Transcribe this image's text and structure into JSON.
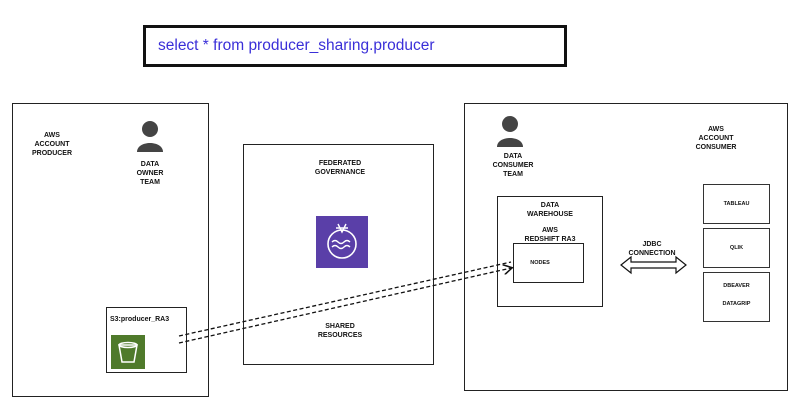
{
  "query": {
    "text": "select * from producer_sharing.producer"
  },
  "producer": {
    "account_label": "AWS\nACCOUNT\nPRODUCER",
    "team_label": "DATA\nOWNER\nTEAM",
    "bucket_label": "S3:producer_RA3"
  },
  "governance": {
    "title": "FEDERATED\nGOVERNANCE",
    "shared_label": "SHARED\nRESOURCES"
  },
  "consumer": {
    "account_label": "AWS\nACCOUNT\nCONSUMER",
    "team_label": "DATA\nCONSUMER\nTEAM",
    "warehouse_label": "DATA\nWAREHOUSE",
    "redshift_label": "AWS\nREDSHIFT RA3",
    "nodes_label": "NODES",
    "jdbc_label": "JDBC\nCONNECTION",
    "tools": [
      "TABLEAU",
      "QLIK",
      "DBEAVER",
      "DATAGRIP"
    ]
  },
  "colors": {
    "query_text": "#3a2fd8",
    "lake_formation": "#5a3fa8",
    "s3_bucket": "#4f7a2b"
  }
}
